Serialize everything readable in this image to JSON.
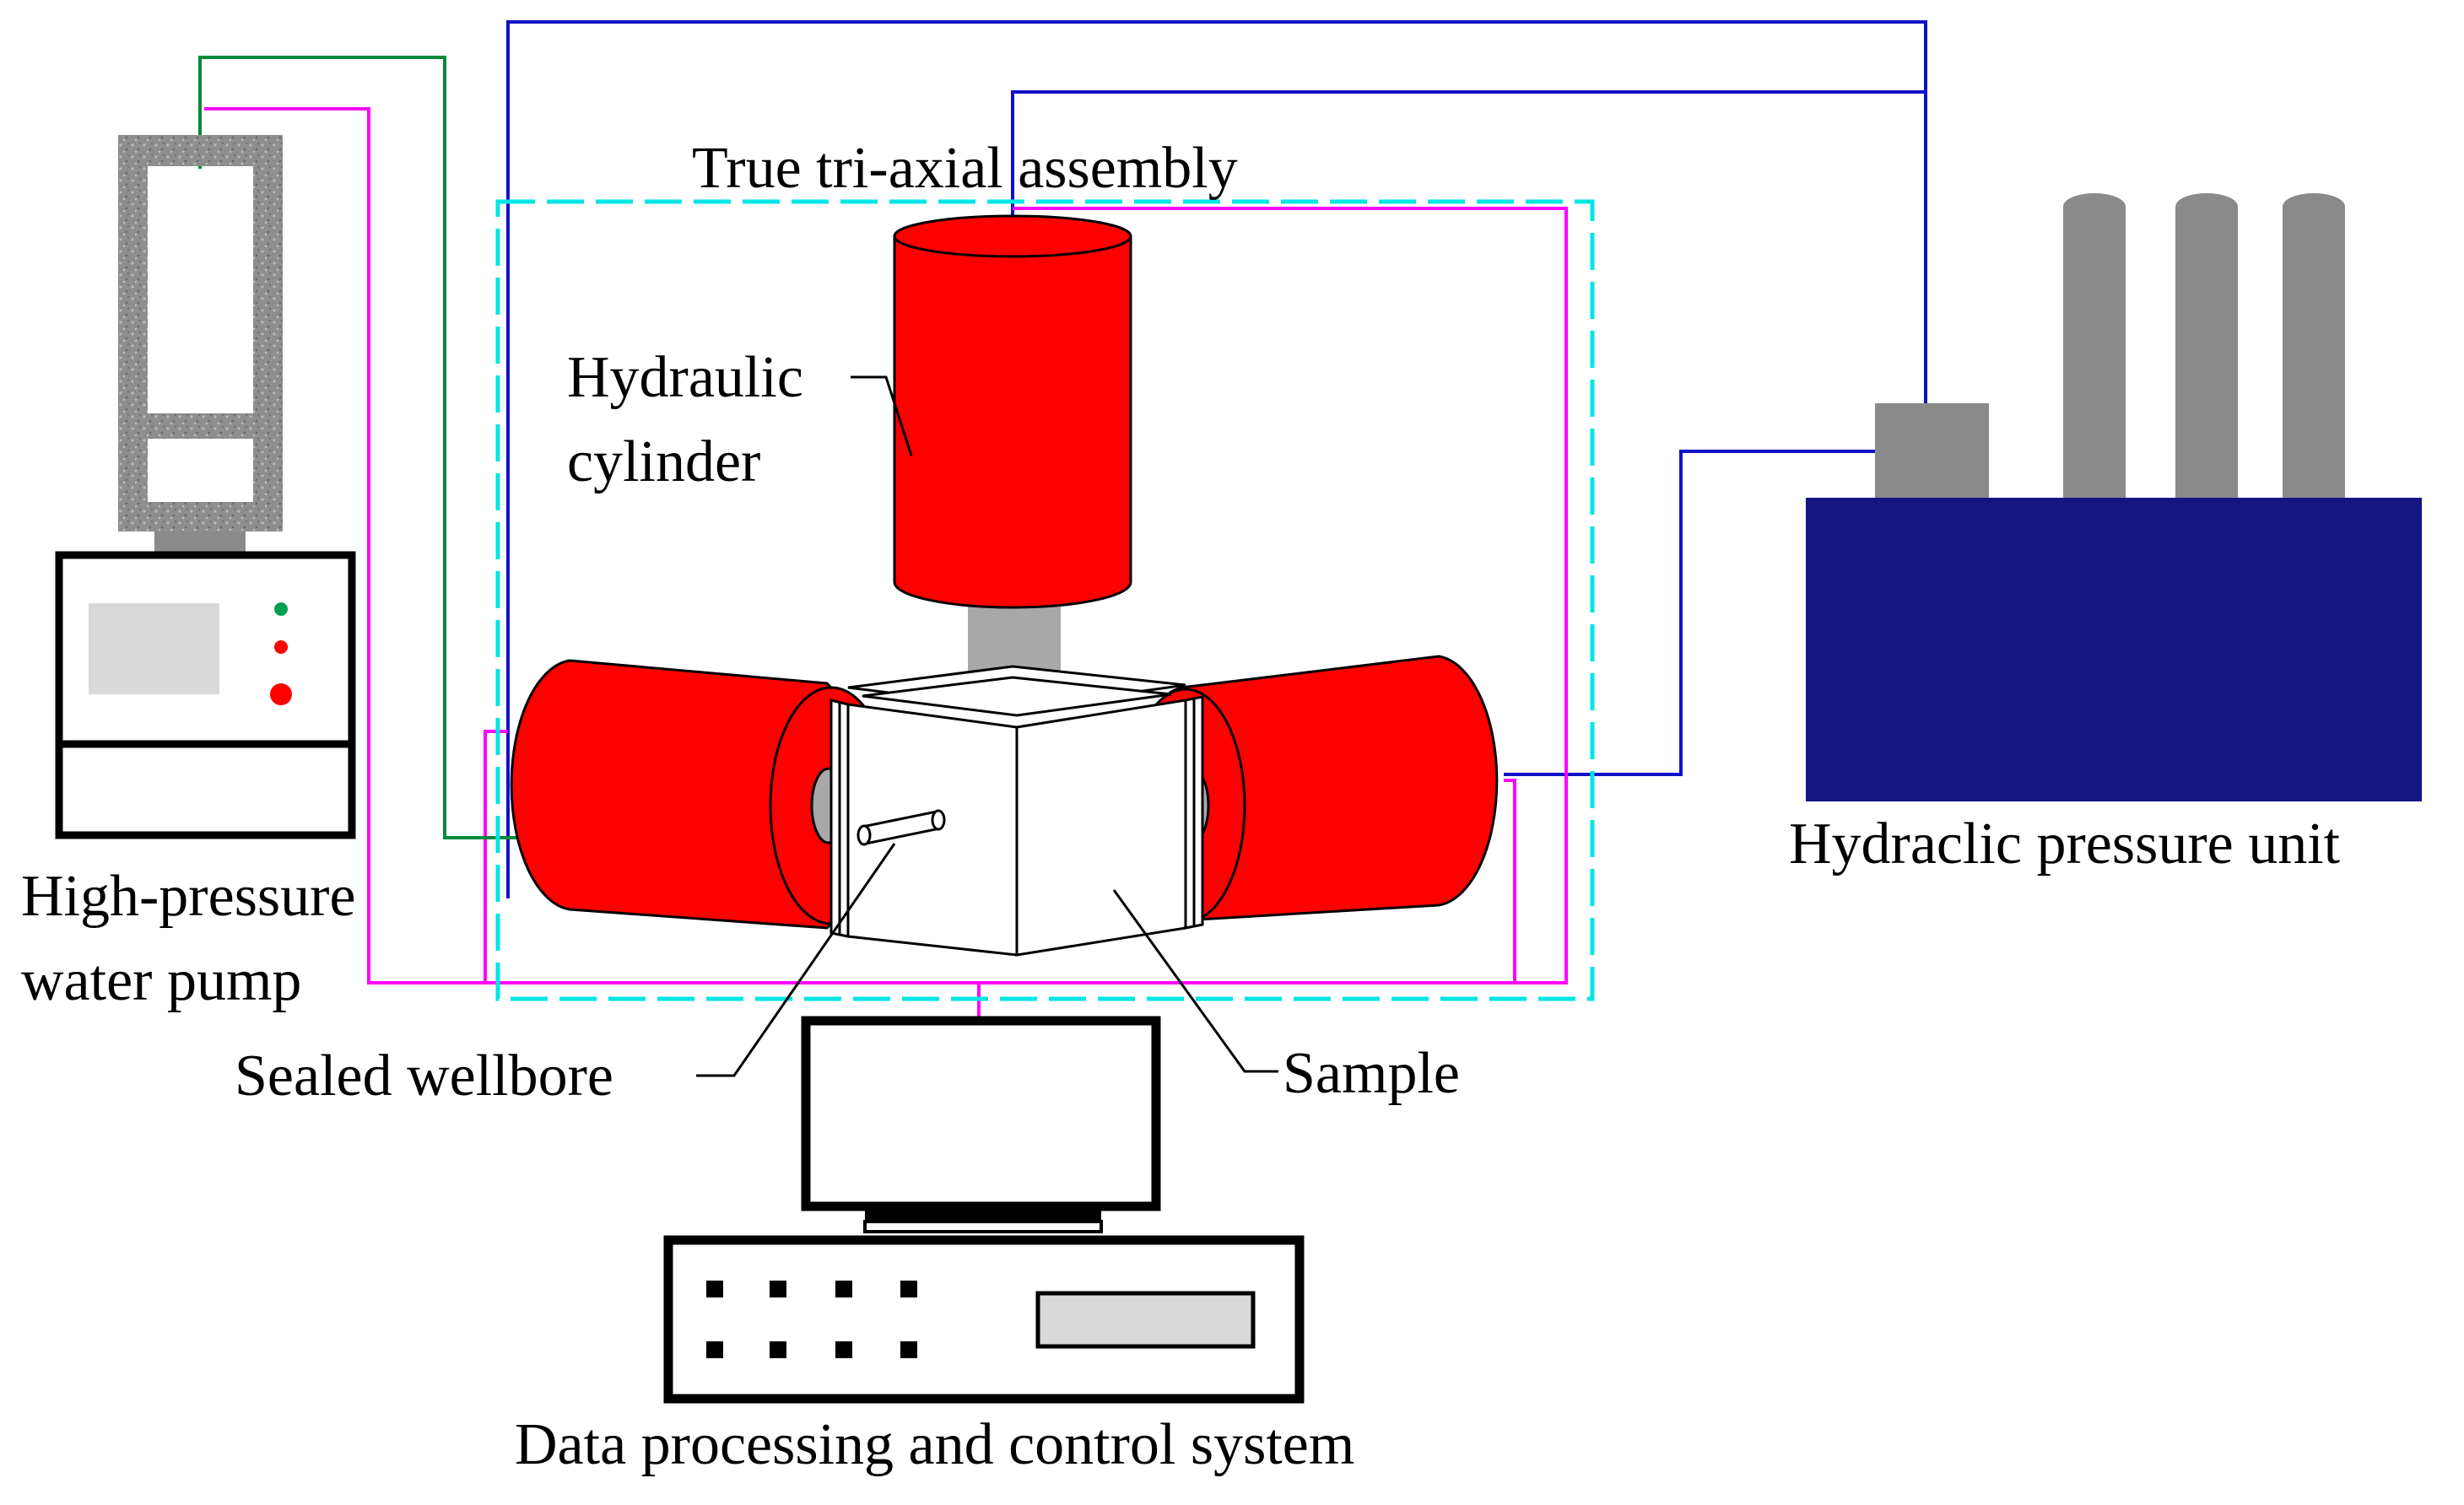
{
  "labels": {
    "assembly": "True tri-axial assembly",
    "cylinder_line1": "Hydraulic",
    "cylinder_line2": "cylinder",
    "pump_line1": "High-pressure",
    "pump_line2": "water pump",
    "wellbore": "Sealed wellbore",
    "sample": "Sample",
    "pressure_unit": "Hydraclic pressure unit",
    "control_system": "Data processing and control system"
  },
  "colors": {
    "cylinder_red": "#ff0000",
    "pressure_unit_navy": "#151584",
    "frame_gray": "#8a8a8a",
    "piston_gray": "#a8a8a8",
    "screen_gray": "#d9d9d9",
    "water_line_green": "#008a3a",
    "hydraulic_line_blue": "#1010c8",
    "signal_line_magenta": "#ff00ff",
    "assembly_dash_cyan": "#00e5e5",
    "led_green": "#00a050",
    "led_red": "#ff0000"
  }
}
